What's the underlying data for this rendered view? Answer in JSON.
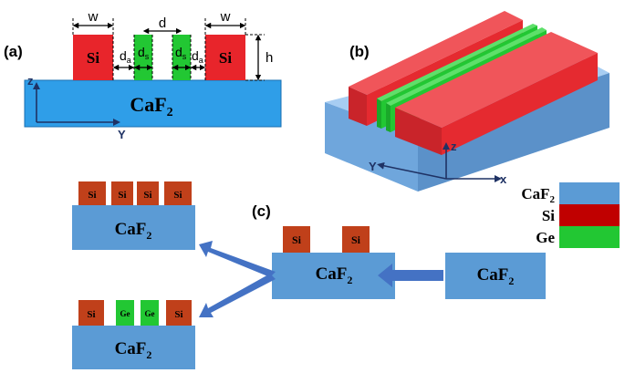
{
  "panels": {
    "a": "(a)",
    "b": "(b)",
    "c": "(c)"
  },
  "materials": {
    "caf2": "CaF",
    "caf2_sub": "2",
    "si": "Si",
    "ge": "Ge"
  },
  "dimensions": {
    "w": "w",
    "d": "d",
    "h": "h",
    "d_letter": "d",
    "a_sub": "a",
    "s_sub": "s"
  },
  "axes": {
    "z": "z",
    "y": "Y",
    "x": "x"
  },
  "colors": {
    "caf2_light": "#2f9ee8",
    "caf2_panel_c": "#5b9bd5",
    "si_red": "#e8252b",
    "si_brown": "#c0401a",
    "ge_green": "#22c733",
    "axis_navy": "#1f3264"
  }
}
